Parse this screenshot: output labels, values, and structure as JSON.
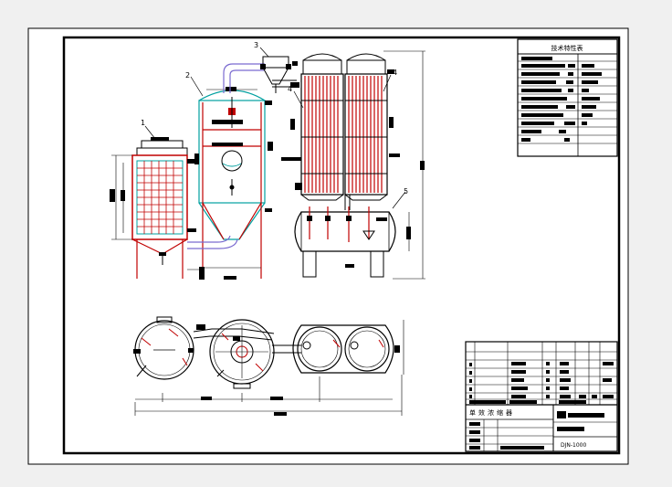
{
  "colors": {
    "background": "#f0f0f0",
    "paper": "#ffffff",
    "line": "#000000",
    "vessel": "#c00000",
    "tube_accent": "#00a0a0",
    "pipe": "#7a6ad0"
  },
  "callouts": {
    "c1": "1",
    "c2": "2",
    "c3": "3",
    "c4a": "4",
    "c4b": "4",
    "c5": "5"
  },
  "tech_table": {
    "title": "技术特性表"
  },
  "title_block": {
    "drawing_name": "单效浓缩器",
    "drawing_number": "DJN-1000"
  }
}
